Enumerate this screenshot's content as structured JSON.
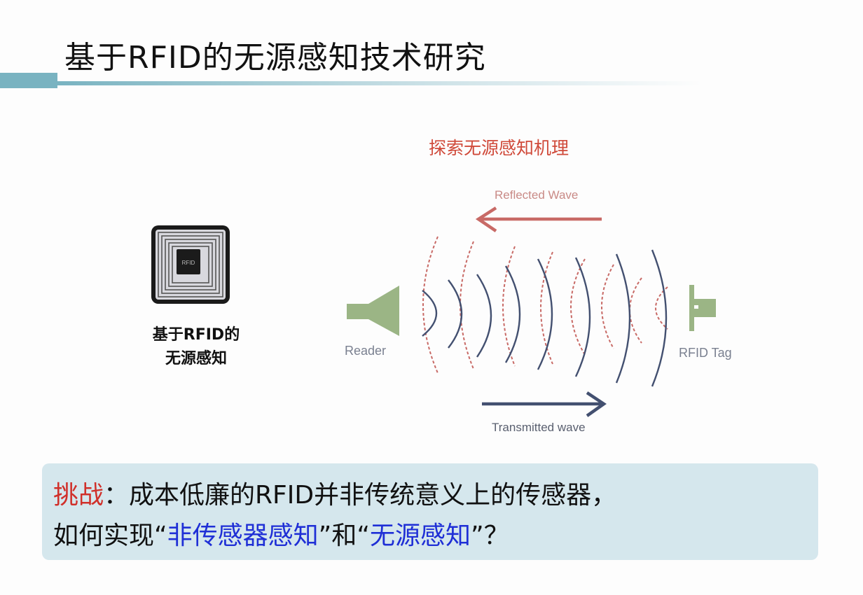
{
  "slide": {
    "title": "基于RFID的无源感知技术研究"
  },
  "diagram": {
    "subtitle": "探索无源感知机理",
    "chip_text": "RFID",
    "chip_label_line1": "基于RFID的",
    "chip_label_line2": "无源感知",
    "reflected_label": "Reflected  Wave",
    "transmitted_label": "Transmitted wave",
    "reader_label": "Reader",
    "tag_label": "RFID Tag",
    "colors": {
      "reflected": "#c86a66",
      "transmitted": "#435070",
      "device": "#9bb585"
    }
  },
  "challenge": {
    "keyword": "挑战",
    "line1_rest": "：成本低廉的RFID并非传统意义上的传感器，",
    "line2_a": "如何实现“",
    "line2_b": "非传感器感知",
    "line2_c": "”和“",
    "line2_d": "无源感知",
    "line2_e": "”？"
  }
}
